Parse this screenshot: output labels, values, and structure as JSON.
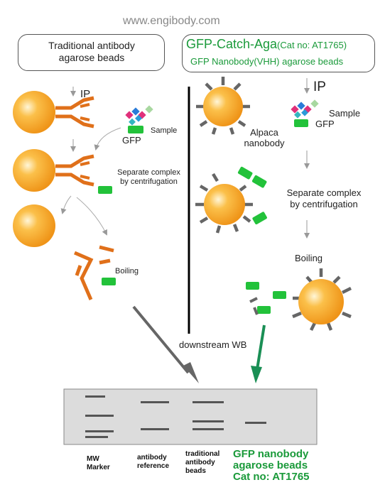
{
  "watermark": "www.engibody.com",
  "left_panel": {
    "title_line1": "Traditional antibody",
    "title_line2": "agarose beads",
    "ip_label": "IP",
    "sample_label": "Sample",
    "gfp_label": "GFP",
    "separate_line1": "Separate complex",
    "separate_line2": "by centrifugation",
    "boiling_label": "Boiling"
  },
  "right_panel": {
    "title_main": "GFP-Catch-Aga",
    "title_cat": "(Cat no: AT1765)",
    "subtitle": "GFP Nanobody(VHH) agarose beads",
    "ip_label": "IP",
    "sample_label": "Sample",
    "gfp_label": "GFP",
    "alpaca_line1": "Alpaca",
    "alpaca_line2": "nanobody",
    "separate_line1": "Separate complex",
    "separate_line2": "by centrifugation",
    "boiling_label": "Boiling"
  },
  "downstream_label": "downstream WB",
  "blot": {
    "lane1_line1": "MW",
    "lane1_line2": "Marker",
    "lane2_line1": "antibody",
    "lane2_line2": "reference",
    "lane3_line1": "traditional",
    "lane3_line2": "antibody",
    "lane3_line3": "beads",
    "lane4_line1": "GFP nanobody",
    "lane4_line2": "agarose beads",
    "lane4_line3": "Cat no: AT1765"
  },
  "colors": {
    "bead": "#f5a623",
    "antibody": "#e0701a",
    "gfp": "#22c23a",
    "green_text": "#1a9a3a",
    "arrow_green": "#1a8f55",
    "nanobody": "#666666"
  }
}
